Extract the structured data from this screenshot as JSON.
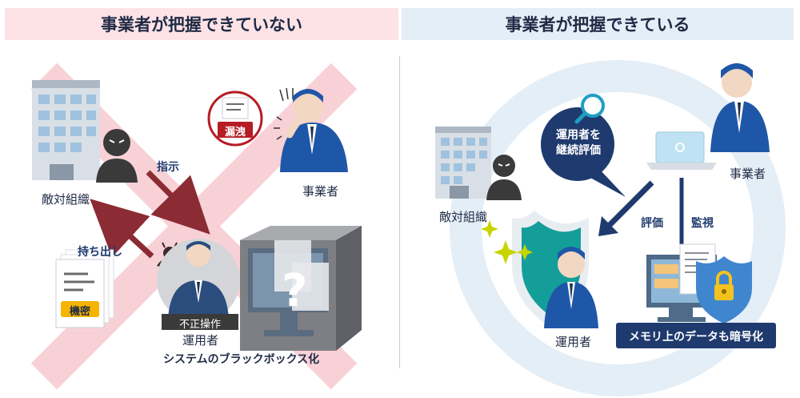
{
  "left_panel": {
    "header": "事業者が把握できていない",
    "hostile_org_label": "敵対組織",
    "instruction_label": "指示",
    "takeout_label": "持ち出し",
    "confidential_tag": "機密",
    "leak_tag": "漏洩",
    "operator_business_label": "事業者",
    "unauthorized_tag": "不正操作",
    "operator_label": "運用者",
    "blackbox_caption": "システムのブラックボックス化"
  },
  "right_panel": {
    "header": "事業者が把握できている",
    "hostile_org_label": "敵対組織",
    "bubble_text": "運用者を\n継続評価",
    "evaluate_label": "評価",
    "monitor_label": "監視",
    "business_label": "事業者",
    "operator_label": "運用者",
    "encrypt_caption": "メモリ上のデータも暗号化"
  },
  "colors": {
    "left_header_bg": "#fde3e6",
    "right_header_bg": "#e3eef7",
    "cross_pink": "#f7c9cf",
    "arrow_red": "#8b2b34",
    "arrow_navy": "#1f3a6e",
    "shield_teal": "#139e9a",
    "suit_blue": "#1f57a8"
  }
}
